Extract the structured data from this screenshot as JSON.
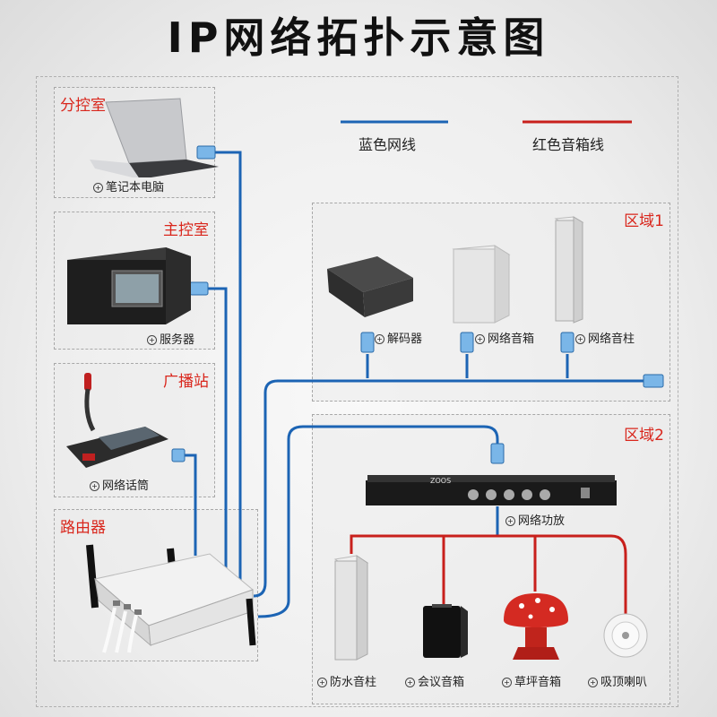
{
  "title": "IP网络拓扑示意图",
  "legend": {
    "blue": "蓝色网线",
    "red": "红色音箱线",
    "blue_color": "#1c64b4",
    "red_color": "#c8201c"
  },
  "rooms": {
    "sub_control": {
      "title": "分控室",
      "device": "笔记本电脑",
      "icon": "laptop-icon"
    },
    "main_control": {
      "title": "主控室",
      "device": "服务器",
      "icon": "server-icon"
    },
    "broadcast": {
      "title": "广播站",
      "device": "网络话筒",
      "icon": "microphone-icon"
    },
    "router": {
      "title": "路由器",
      "icon": "router-icon"
    }
  },
  "zone1": {
    "title": "区域1",
    "devices": [
      "解码器",
      "网络音箱",
      "网络音柱"
    ]
  },
  "zone2": {
    "title": "区域2",
    "amp": "网络功放",
    "amp_brand": "ZOOS",
    "speakers": [
      "防水音柱",
      "会议音箱",
      "草坪音箱",
      "吸顶喇叭"
    ]
  }
}
